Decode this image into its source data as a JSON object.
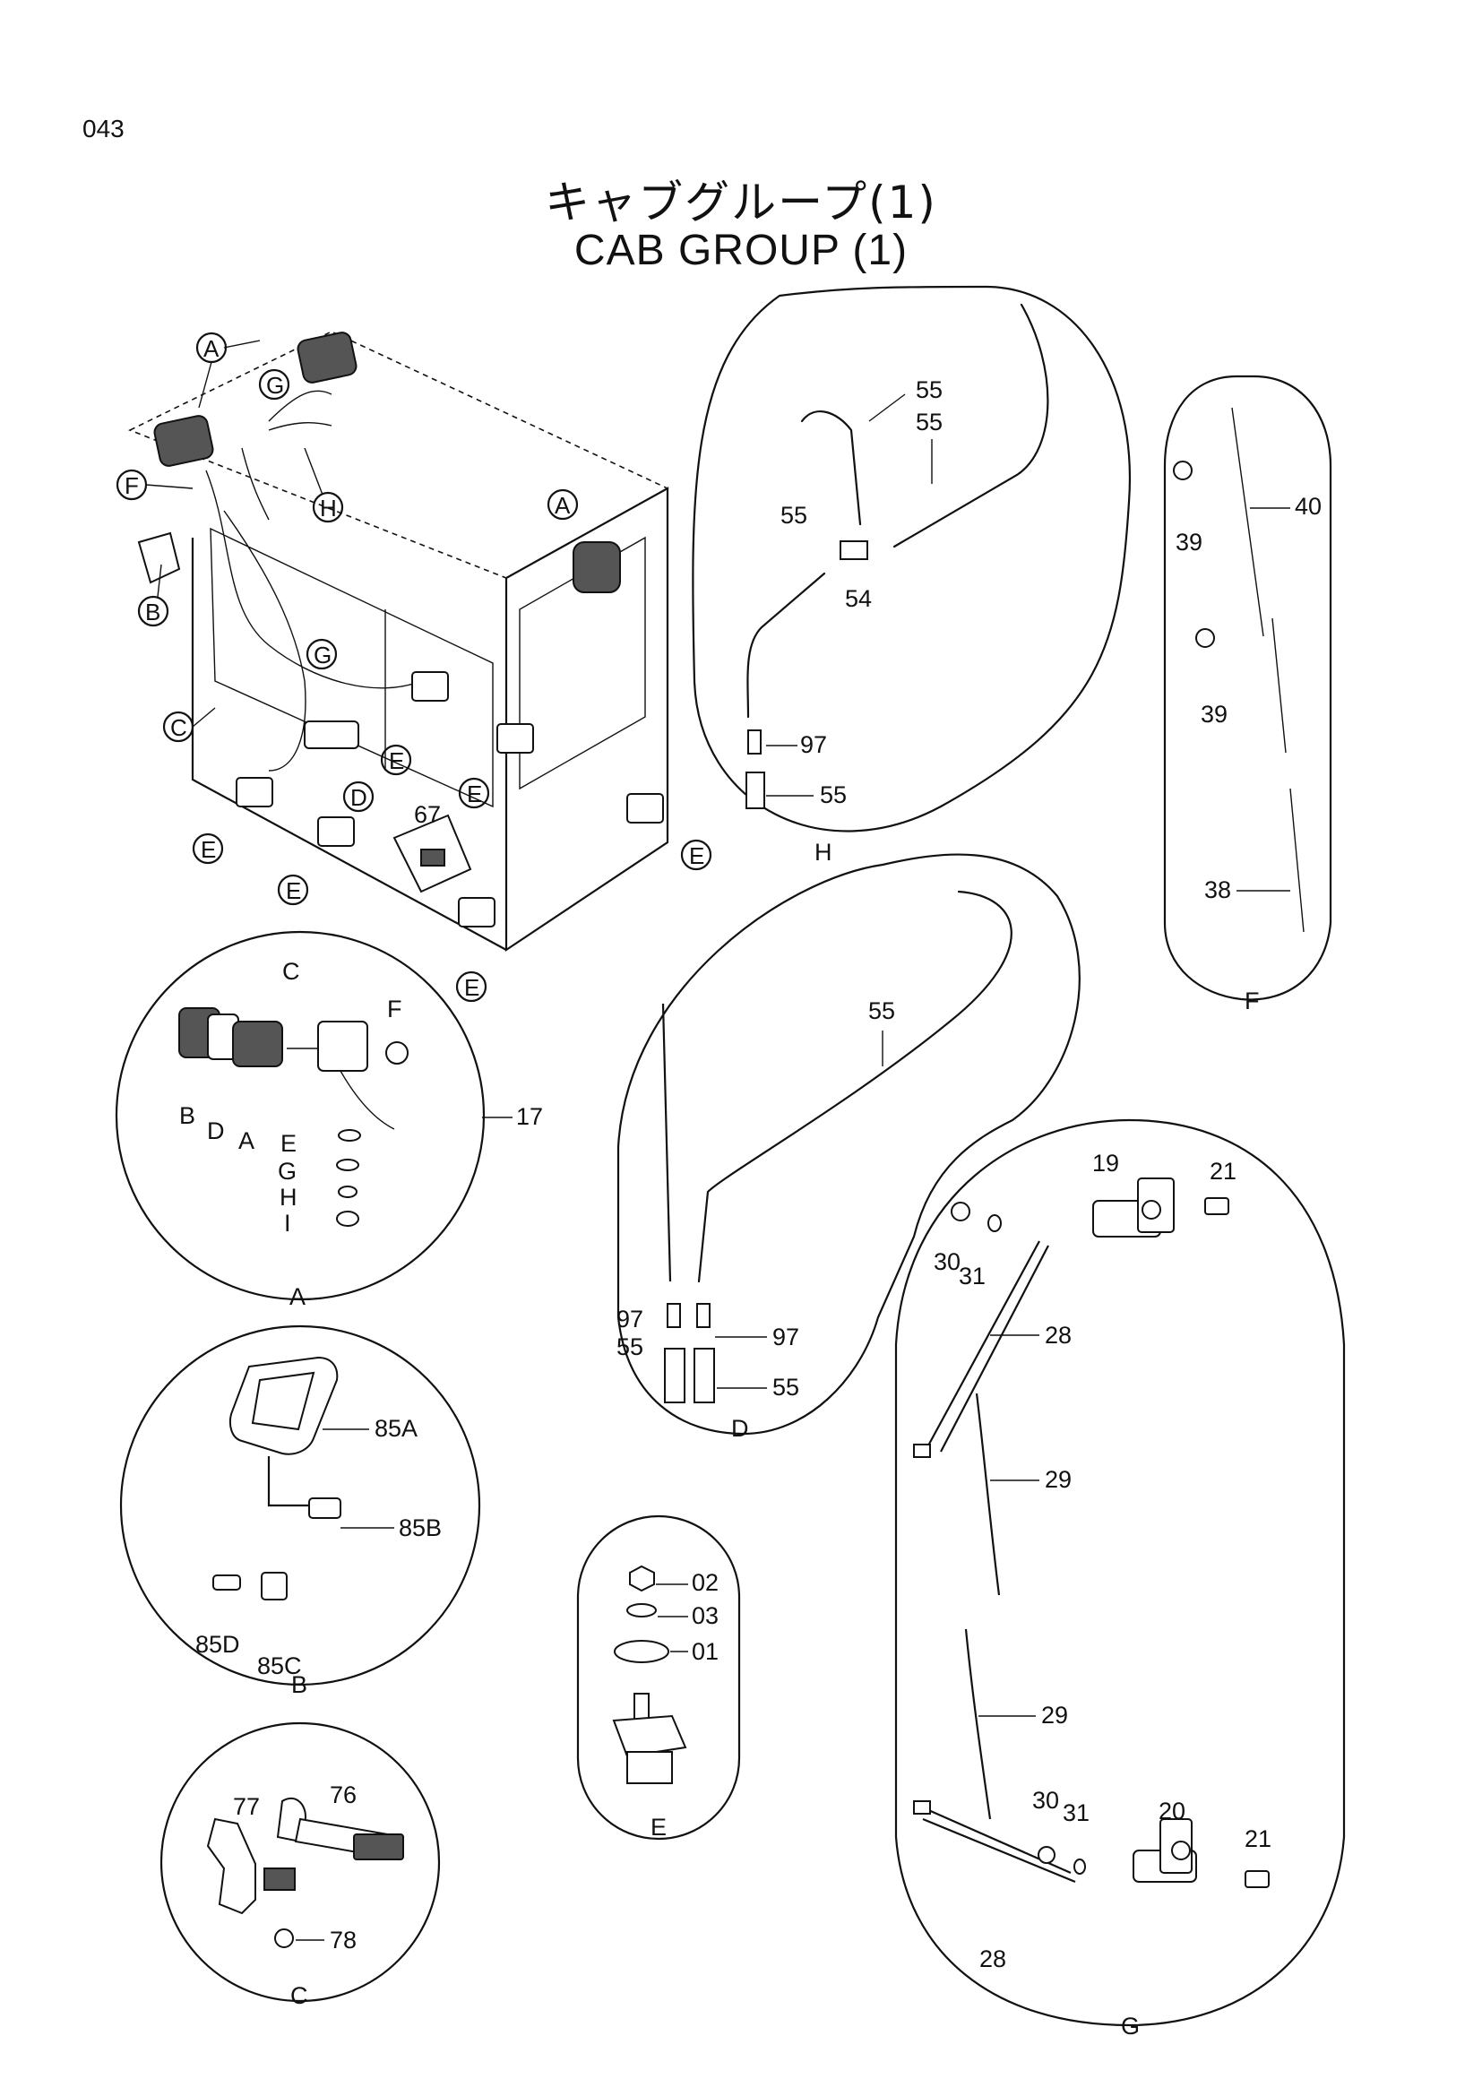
{
  "page_number": "043",
  "title": {
    "japanese": "キャブグループ(1)",
    "english": "CAB   GROUP (1)"
  },
  "callout_letters": {
    "A": "A",
    "B": "B",
    "C": "C",
    "D": "D",
    "E": "E",
    "F": "F",
    "G": "G",
    "H": "H",
    "I": "I"
  },
  "part_numbers": {
    "p01": "01",
    "p02": "02",
    "p03": "03",
    "p17": "17",
    "p19": "19",
    "p20": "20",
    "p21": "21",
    "p28": "28",
    "p29": "29",
    "p30": "30",
    "p31": "31",
    "p38": "38",
    "p39": "39",
    "p40": "40",
    "p54": "54",
    "p55": "55",
    "p67": "67",
    "p76": "76",
    "p77": "77",
    "p78": "78",
    "p85A": "85A",
    "p85B": "85B",
    "p85C": "85C",
    "p85D": "85D",
    "p97": "97"
  }
}
